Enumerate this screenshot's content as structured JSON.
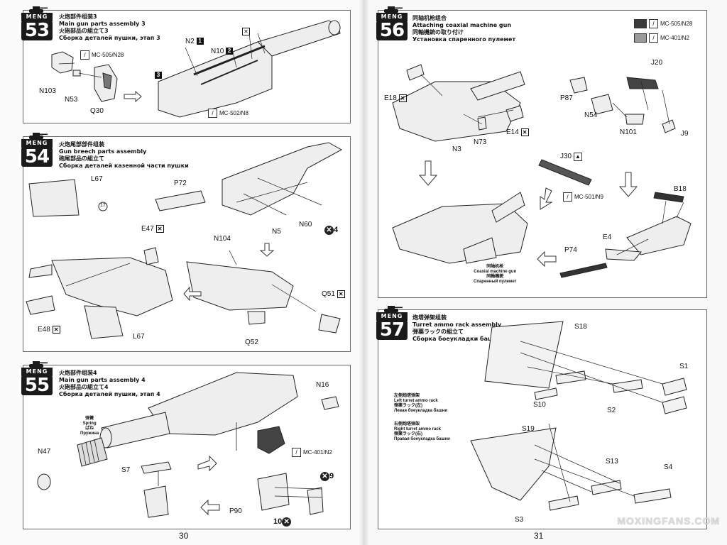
{
  "steps": {
    "s53": {
      "num": "53",
      "brand": "MENG",
      "zh": "火炮部件组装3",
      "en": "Main gun parts assembly 3",
      "ja": "火砲部品の組立て3",
      "ru": "Сборка деталей пушки, этап 3",
      "labels": {
        "n2": "N2",
        "n10": "N10",
        "n103": "N103",
        "n53": "N53",
        "q30": "Q30",
        "b1": "1",
        "b2": "2",
        "b3": "3"
      },
      "paints": [
        {
          "code": "MC-505/N28"
        },
        {
          "code": "MC-502/N8"
        }
      ]
    },
    "s54": {
      "num": "54",
      "brand": "MENG",
      "zh": "火炮尾部部件组装",
      "en": "Gun breech parts assembly",
      "ja": "砲尾部品の組立て",
      "ru": "Сборка деталей казенной части пушки",
      "labels": {
        "l67a": "L67",
        "l67b": "L67",
        "p72": "P72",
        "n5": "N5",
        "n60": "N60",
        "x4": "4",
        "e47": "E47",
        "n104": "N104",
        "e48": "E48",
        "q51": "Q51",
        "q52": "Q52",
        "circ17": "17"
      }
    },
    "s55": {
      "num": "55",
      "brand": "MENG",
      "zh": "火炮部件组装4",
      "en": "Main gun parts assembly 4",
      "ja": "火砲部品の組立て4",
      "ru": "Сборка деталей пушки, этап 4",
      "spring": {
        "en": "Spring",
        "ja": "ばね",
        "ru": "Пружина",
        "zh": "弹簧"
      },
      "labels": {
        "n16": "N16",
        "n47": "N47",
        "s7": "S7",
        "x9": "9",
        "p90": "P90",
        "x10": "10"
      },
      "paints": [
        {
          "code": "MC-401/N2"
        }
      ]
    },
    "s56": {
      "num": "56",
      "brand": "MENG",
      "zh": "同轴机枪组合",
      "en": "Attaching coaxial machine gun",
      "ja": "同軸機銃の取り付け",
      "ru": "Установка спаренного пулемет",
      "legend": [
        {
          "code": "MC-505/N28",
          "color": "#3b3b3b"
        },
        {
          "code": "MC-401/N2",
          "color": "#9a9a9a"
        }
      ],
      "labels": {
        "e18": "E18",
        "e14": "E14",
        "n3": "N3",
        "n73": "N73",
        "p87": "P87",
        "n54": "N54",
        "j20": "J20",
        "n101": "N101",
        "j9": "J9",
        "j30": "J30",
        "b18": "B18",
        "e4": "E4",
        "p74": "P74"
      },
      "paints": [
        {
          "code": "MC-501/N9"
        }
      ],
      "coax": {
        "zh": "同轴机枪",
        "en": "Coaxial machine gun",
        "ja": "同軸機銃",
        "ru": "Спаренный пулемет"
      }
    },
    "s57": {
      "num": "57",
      "brand": "MENG",
      "zh": "炮塔弹架组装",
      "en": "Turret ammo rack assembly",
      "ja": "弾薬ラックの組立て",
      "ru": "Сборка боеукладки башни",
      "left": {
        "zh": "左侧炮塔弹架",
        "en": "Left turret ammo rack",
        "ja": "弾薬ラック(左)",
        "ru": "Левая боеукладка башни"
      },
      "right": {
        "zh": "右侧炮塔弹架",
        "en": "Right turret ammo rack",
        "ja": "弾薬ラック(右)",
        "ru": "Правая боеукладка башни"
      },
      "labels": {
        "s18": "S18",
        "s1": "S1",
        "s10": "S10",
        "s2": "S2",
        "s19": "S19",
        "s13": "S13",
        "s4": "S4",
        "s3": "S3"
      }
    }
  },
  "pages": {
    "left": "30",
    "right": "31"
  },
  "watermark": "MOXINGFANS.COM"
}
